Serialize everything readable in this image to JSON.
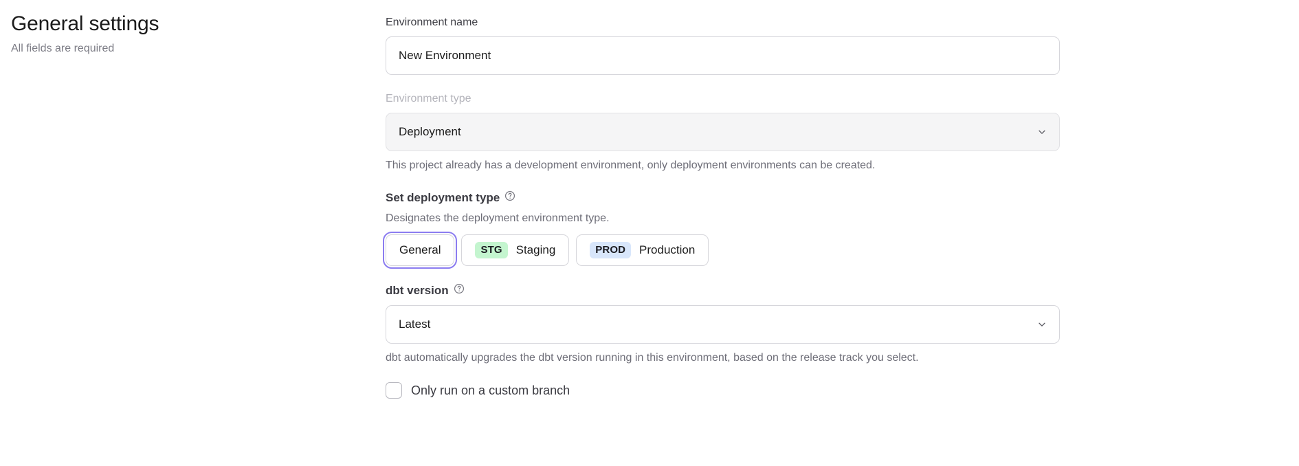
{
  "header": {
    "title": "General settings",
    "subtitle": "All fields are required"
  },
  "form": {
    "environment_name": {
      "label": "Environment name",
      "value": "New Environment",
      "placeholder": "New Environment"
    },
    "environment_type": {
      "label": "Environment type",
      "value": "Deployment",
      "disabled": true,
      "helper": "This project already has a development environment, only deployment environments can be created.",
      "chevron_icon": "chevron-down-icon"
    },
    "deployment_type": {
      "heading": "Set deployment type",
      "help_icon": "question-circle-icon",
      "description": "Designates the deployment environment type.",
      "options": [
        {
          "id": "general",
          "badge": null,
          "label": "General",
          "selected": true
        },
        {
          "id": "staging",
          "badge": "STG",
          "label": "Staging",
          "selected": false
        },
        {
          "id": "production",
          "badge": "PROD",
          "label": "Production",
          "selected": false
        }
      ]
    },
    "dbt_version": {
      "heading": "dbt version",
      "help_icon": "question-circle-icon",
      "value": "Latest",
      "helper": "dbt automatically upgrades the dbt version running in this environment, based on the release track you select.",
      "chevron_icon": "chevron-down-icon"
    },
    "custom_branch": {
      "label": "Only run on a custom branch",
      "checked": false
    }
  },
  "colors": {
    "focus_ring": "#8b7cf0",
    "badge_stg_bg": "#c4f5cf",
    "badge_prod_bg": "#d8e6fb",
    "border": "#d6d6db",
    "disabled_bg": "#f5f5f6",
    "text_primary": "#1c1c1c",
    "text_muted": "#6e6e78"
  }
}
